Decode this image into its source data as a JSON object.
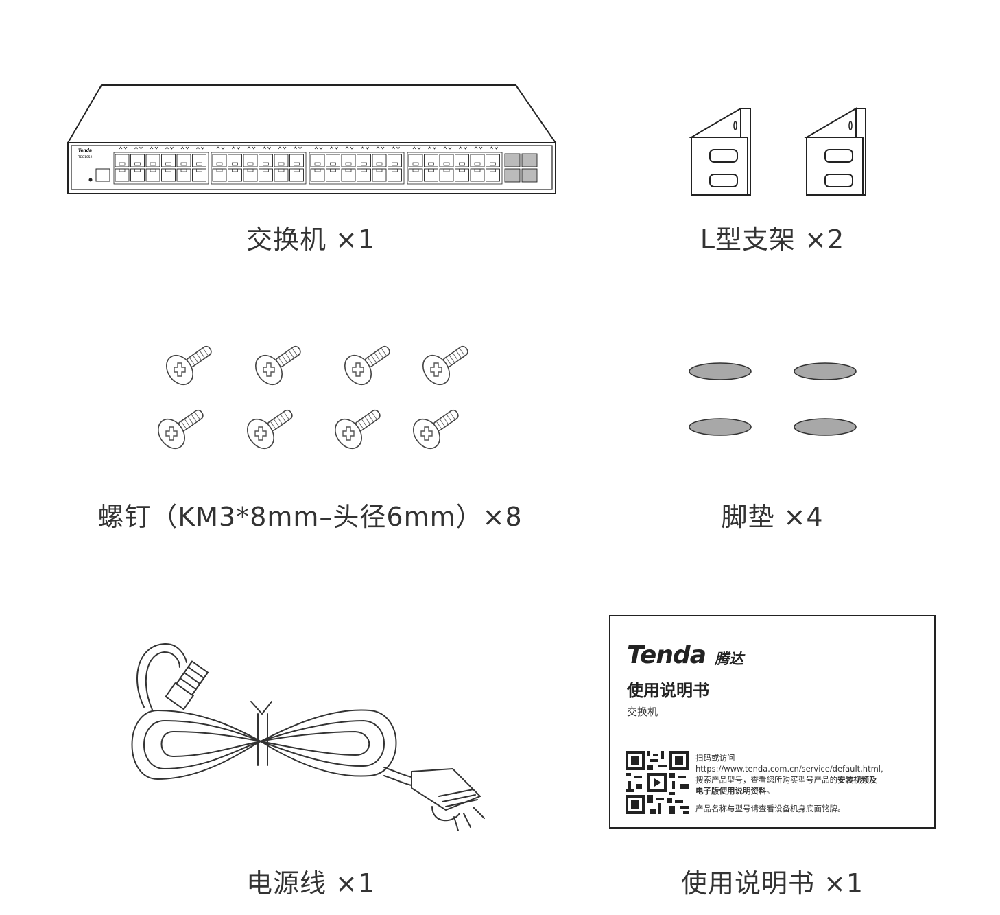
{
  "items": {
    "switch": {
      "caption": "交换机 ×1",
      "brand": "Tenda",
      "model": "TEG1052"
    },
    "bracket": {
      "caption": "L型支架 ×2"
    },
    "screws": {
      "caption": "螺钉（KM3*8mm–头径6mm）×8"
    },
    "pads": {
      "caption": "脚垫 ×4"
    },
    "cable": {
      "caption": "电源线 ×1"
    },
    "manual": {
      "caption": "使用说明书 ×1"
    }
  },
  "manual_card": {
    "logo": "Tenda",
    "logo_cn": "腾达",
    "title": "使用说明书",
    "subtitle": "交换机",
    "scan_label": "扫码或访问",
    "url": "https://www.tenda.com.cn/service/default.html,",
    "search_text": "搜索产品型号，查看您所购买型号产品的",
    "search_bold": "安装视频及",
    "search_line2_bold": "电子版使用说明资料",
    "search_line2_end": "。",
    "nameplate_note": "产品名称与型号请查看设备机身底面铭牌。"
  }
}
